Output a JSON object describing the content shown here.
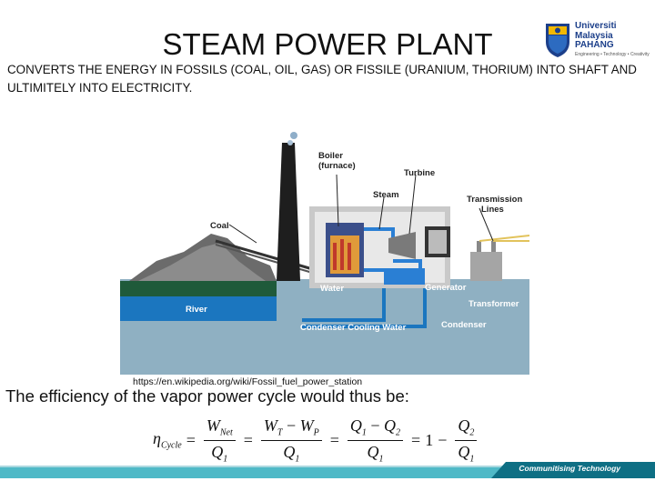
{
  "slide": {
    "title": "STEAM POWER PLANT",
    "intro": "CONVERTS THE ENERGY IN FOSSILS (COAL, OIL, GAS) OR FISSILE (URANIUM, THORIUM) INTO SHAFT AND ULTIMITELY INTO ELECTRICITY.",
    "source": "https://en.wikipedia.org/wiki/Fossil_fuel_power_station",
    "efficiency_text": "The efficiency of the vapor power cycle would thus be:"
  },
  "logo": {
    "line1": "Universiti",
    "line2": "Malaysia",
    "line3": "PAHANG",
    "tagline": "Engineering • Technology • Creativity"
  },
  "diagram": {
    "labels": {
      "boiler": "Boiler",
      "furnace": "(furnace)",
      "turbine": "Turbine",
      "steam": "Steam",
      "transmission": "Transmission",
      "lines": "Lines",
      "coal": "Coal",
      "water": "Water",
      "generator": "Generator",
      "transformer": "Transformer",
      "river": "River",
      "condenser_cooling_water": "Condenser Cooling Water",
      "condenser": "Condenser"
    }
  },
  "formula": {
    "eta": "η",
    "eta_sub": "Cycle",
    "f1_num": "W",
    "f1_num_sub": "Net",
    "f1_den": "Q",
    "f1_den_sub": "1",
    "f2_num_a": "W",
    "f2_num_a_sub": "T",
    "f2_minus": "−",
    "f2_num_b": "W",
    "f2_num_b_sub": "P",
    "f2_den": "Q",
    "f2_den_sub": "1",
    "f3_num_a": "Q",
    "f3_num_a_sub": "1",
    "f3_minus": "−",
    "f3_num_b": "Q",
    "f3_num_b_sub": "2",
    "f3_den": "Q",
    "f3_den_sub": "1",
    "equals": "=",
    "one": "1",
    "minus": "−",
    "f4_num": "Q",
    "f4_num_sub": "2",
    "f4_den": "Q",
    "f4_den_sub": "1"
  },
  "footer": {
    "text": "Communitising Technology",
    "color": "#0e8fa3"
  }
}
